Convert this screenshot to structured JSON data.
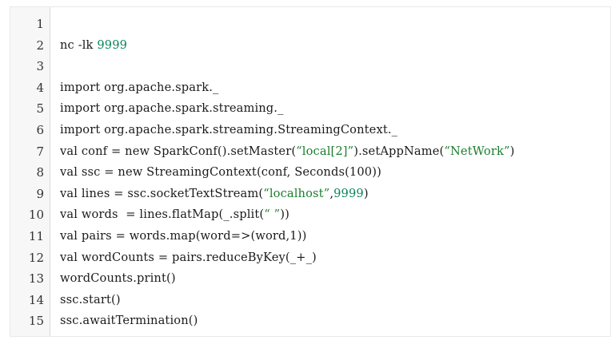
{
  "editor": {
    "lines": [
      {
        "number": "1",
        "segments": []
      },
      {
        "number": "2",
        "segments": [
          {
            "text": "nc -lk ",
            "kind": "plain"
          },
          {
            "text": "9999",
            "kind": "num"
          }
        ]
      },
      {
        "number": "3",
        "segments": []
      },
      {
        "number": "4",
        "segments": [
          {
            "text": "import org.apache.spark._",
            "kind": "plain"
          }
        ]
      },
      {
        "number": "5",
        "segments": [
          {
            "text": "import org.apache.spark.streaming._",
            "kind": "plain"
          }
        ]
      },
      {
        "number": "6",
        "segments": [
          {
            "text": "import org.apache.spark.streaming.StreamingContext._",
            "kind": "plain"
          }
        ]
      },
      {
        "number": "7",
        "segments": [
          {
            "text": "val conf = new SparkConf().setMaster(",
            "kind": "plain"
          },
          {
            "text": "“local[2]”",
            "kind": "str"
          },
          {
            "text": ").setAppName(",
            "kind": "plain"
          },
          {
            "text": "“NetWork”",
            "kind": "str"
          },
          {
            "text": ")",
            "kind": "plain"
          }
        ]
      },
      {
        "number": "8",
        "segments": [
          {
            "text": "val ssc = new StreamingContext(conf, Seconds(100))",
            "kind": "plain"
          }
        ]
      },
      {
        "number": "9",
        "segments": [
          {
            "text": "val lines = ssc.socketTextStream(",
            "kind": "plain"
          },
          {
            "text": "“localhost”",
            "kind": "str"
          },
          {
            "text": ",",
            "kind": "plain"
          },
          {
            "text": "9999",
            "kind": "num"
          },
          {
            "text": ")",
            "kind": "plain"
          }
        ]
      },
      {
        "number": "10",
        "segments": [
          {
            "text": "val words  = lines.flatMap(_.split(",
            "kind": "plain"
          },
          {
            "text": "“ ”",
            "kind": "str"
          },
          {
            "text": "))",
            "kind": "plain"
          }
        ]
      },
      {
        "number": "11",
        "segments": [
          {
            "text": "val pairs = words.map(word=>(word,1))",
            "kind": "plain"
          }
        ]
      },
      {
        "number": "12",
        "segments": [
          {
            "text": "val wordCounts = pairs.reduceByKey(_+_)",
            "kind": "plain"
          }
        ]
      },
      {
        "number": "13",
        "segments": [
          {
            "text": "wordCounts.print()",
            "kind": "plain"
          }
        ]
      },
      {
        "number": "14",
        "segments": [
          {
            "text": "ssc.start()",
            "kind": "plain"
          }
        ]
      },
      {
        "number": "15",
        "segments": [
          {
            "text": "ssc.awaitTermination()",
            "kind": "plain"
          }
        ]
      }
    ]
  }
}
